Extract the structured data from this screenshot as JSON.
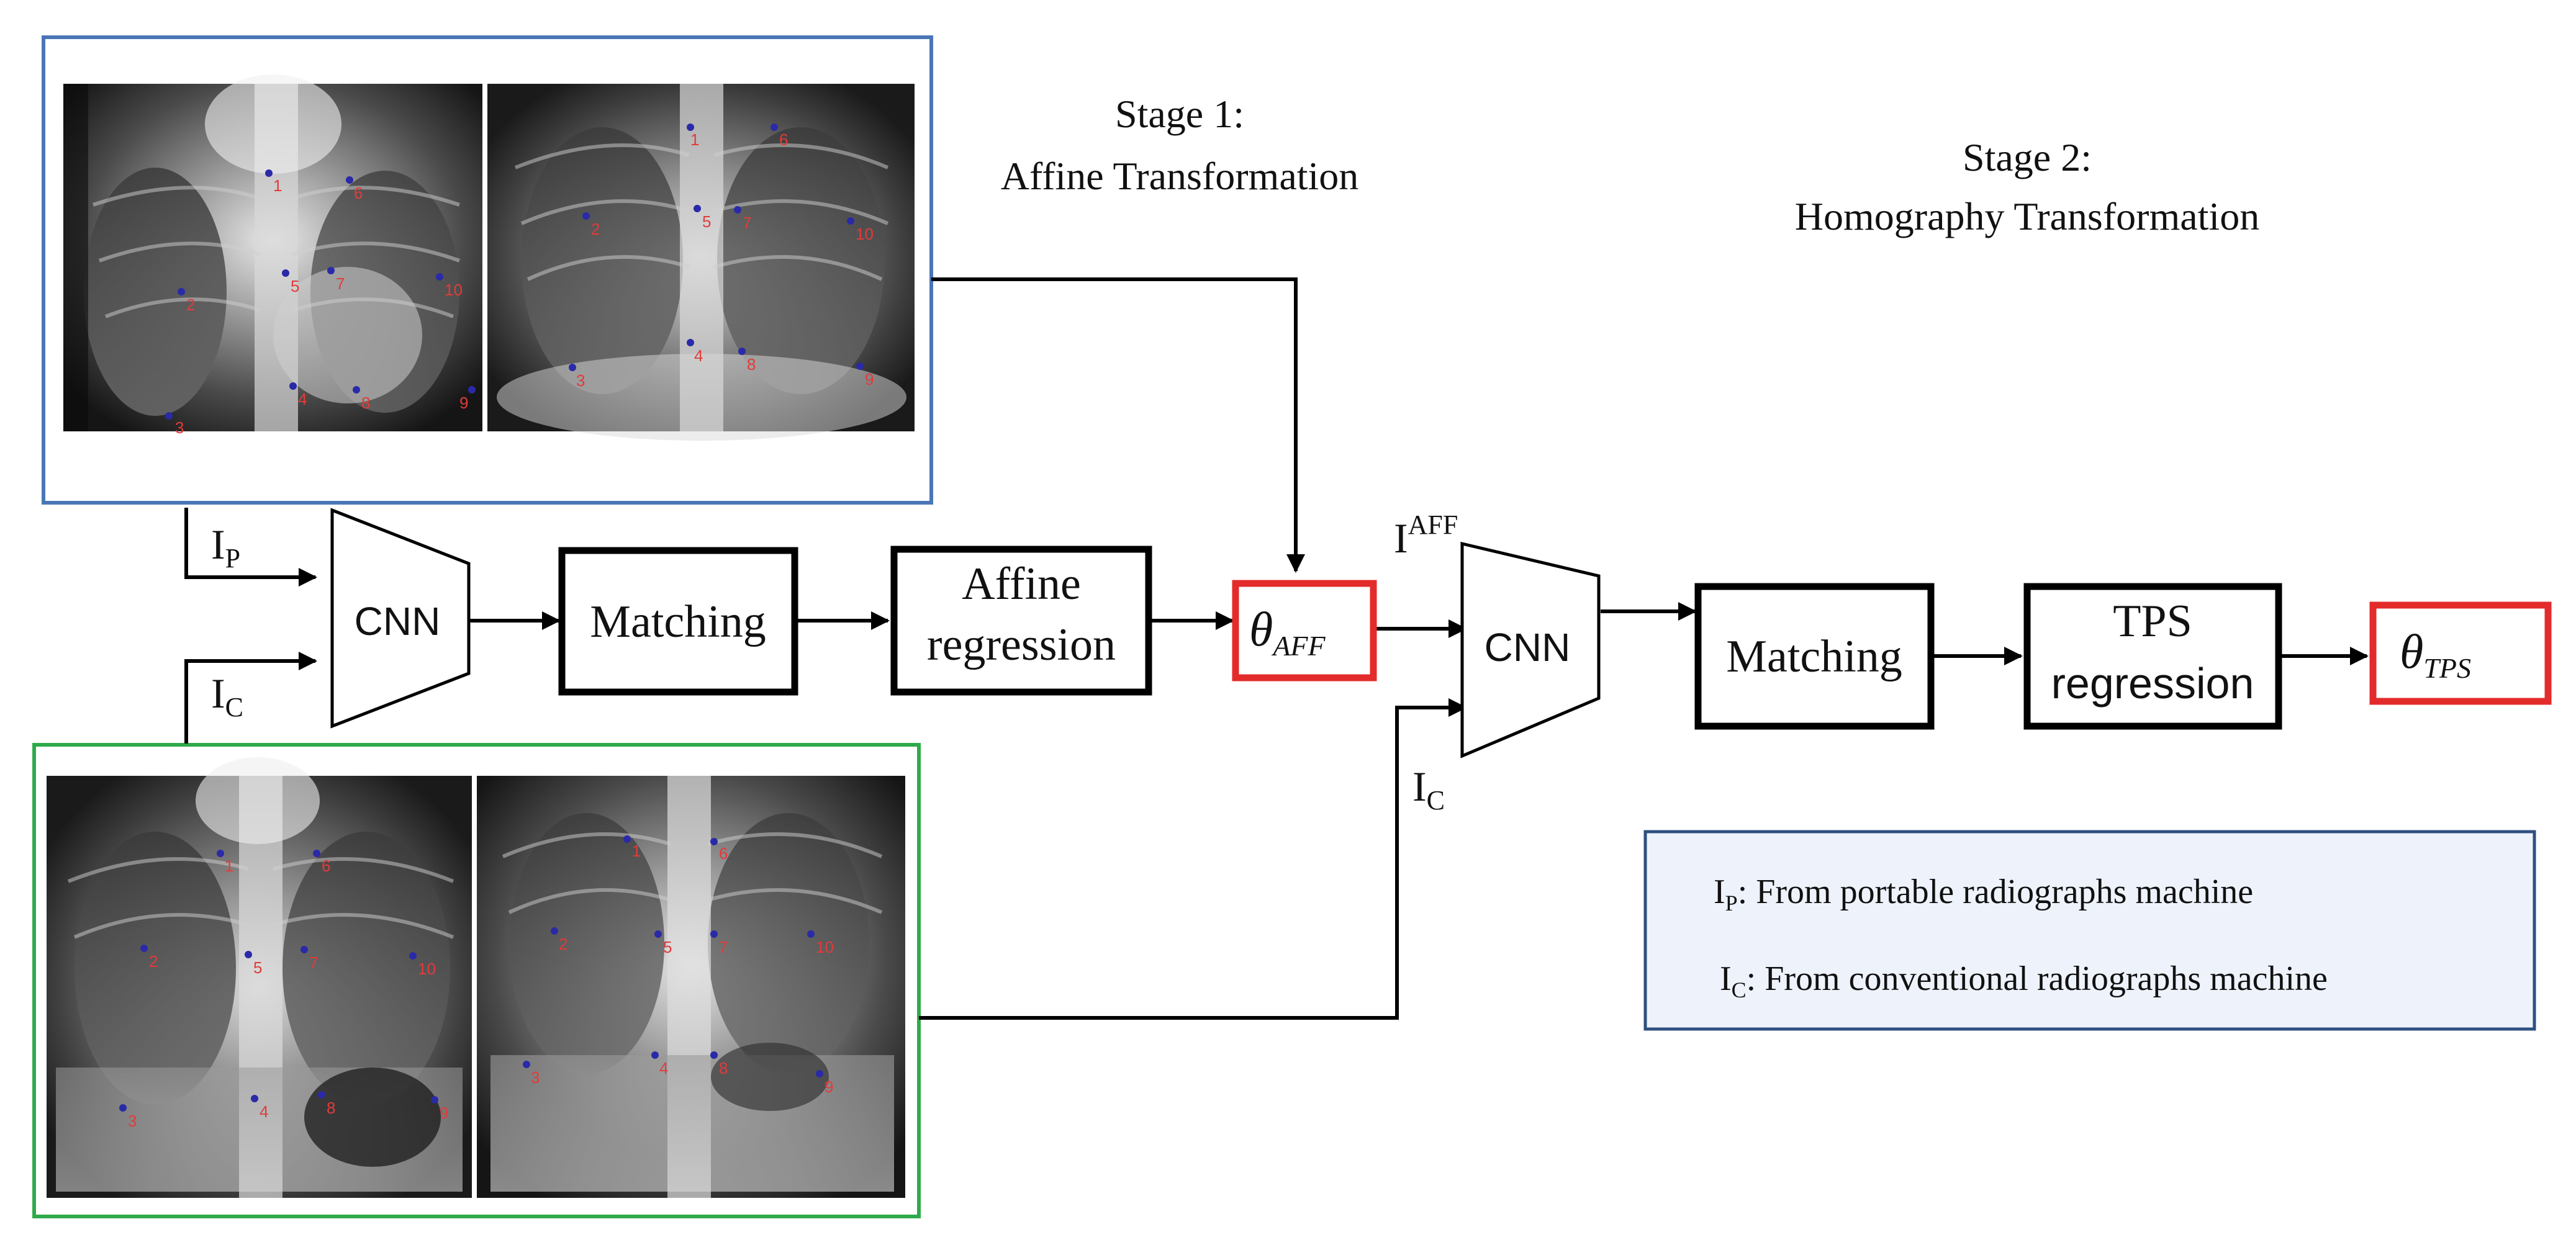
{
  "stages": {
    "stage1": {
      "line1": "Stage 1:",
      "line2": "Affine Transformation"
    },
    "stage2": {
      "line1": "Stage 2:",
      "line2": "Homography Transformation"
    }
  },
  "inputs": {
    "ip": {
      "base": "I",
      "sub": "P"
    },
    "ic": {
      "base": "I",
      "sub": "C"
    },
    "iaff": {
      "base": "I",
      "sup": "AFF"
    },
    "ic2": {
      "base": "I",
      "sub": "C"
    }
  },
  "blocks": {
    "cnn1": "CNN",
    "matching1": "Matching",
    "affine_regression": {
      "line1": "Affine",
      "line2": "regression"
    },
    "theta_aff": {
      "symbol": "θ",
      "sub": "AFF"
    },
    "cnn2": "CNN",
    "matching2": "Matching",
    "tps_regression": {
      "line1": "TPS",
      "line2": "regression"
    },
    "theta_tps": {
      "symbol": "θ",
      "sub": "TPS"
    }
  },
  "legend": {
    "item1": {
      "base": "I",
      "sub": "P",
      "text": ": From portable radiographs machine"
    },
    "item2": {
      "base": "I",
      "sub": "C",
      "text": ": From conventional radiographs machine"
    }
  },
  "landmarks": {
    "xray_p1": [
      "1",
      "6",
      "2",
      "5",
      "7",
      "10",
      "3",
      "4",
      "8",
      "9"
    ],
    "xray_p2": [
      "1",
      "6",
      "2",
      "5",
      "7",
      "10",
      "3",
      "4",
      "8",
      "9"
    ],
    "xray_c1": [
      "1",
      "6",
      "2",
      "5",
      "7",
      "10",
      "3",
      "4",
      "8",
      "9"
    ],
    "xray_c2": [
      "1",
      "6",
      "2",
      "5",
      "7",
      "10",
      "3",
      "4",
      "8",
      "9"
    ]
  },
  "colors": {
    "portable_frame": "#4a76b8",
    "conventional_frame": "#2faa4a",
    "theta_box": "#e32b2b",
    "legend_fill": "#eef3fb",
    "legend_border": "#2f4f7f",
    "landmark_dot": "#2a2aa8",
    "landmark_label": "#e23b3b"
  }
}
